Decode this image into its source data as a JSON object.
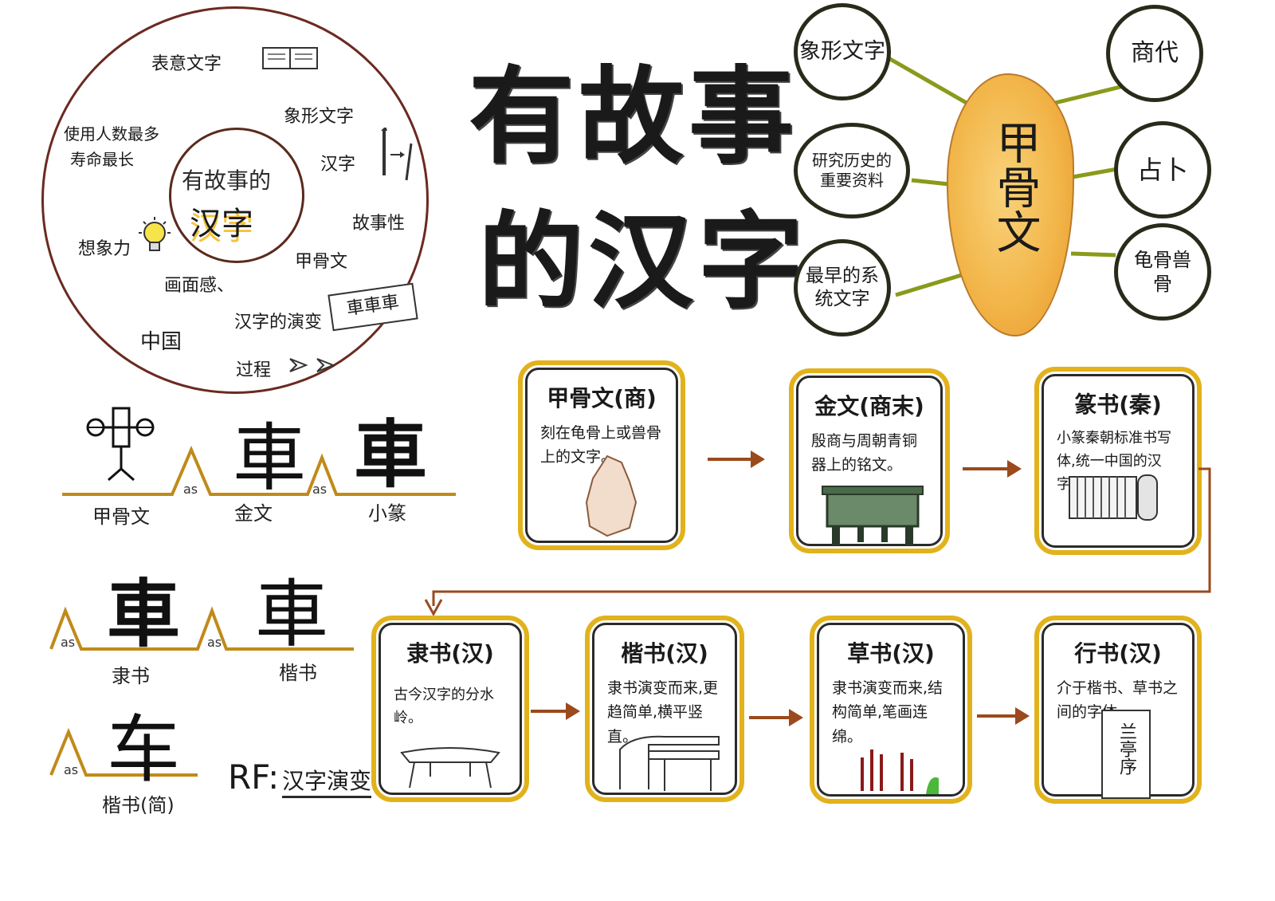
{
  "title": {
    "line1": "有故事",
    "line2": "的汉字"
  },
  "circle": {
    "center_line1": "有故事的",
    "center_line2": "汉字",
    "keywords": [
      "表意文字",
      "象形文字",
      "使用人数最多",
      "寿命最长",
      "汉字",
      "故事性",
      "想象力",
      "甲骨文",
      "画面感、",
      "汉字的演变",
      "中国",
      "过程"
    ],
    "scroll_chars": "車車車"
  },
  "mindmap": {
    "center": "甲骨文",
    "left": [
      "象形文字",
      "研究历史的重要资料",
      "最早的系统文字"
    ],
    "right": [
      "商代",
      "占卜",
      "龟骨兽骨"
    ]
  },
  "evolution_chars": {
    "row1": [
      {
        "char": "",
        "label": "甲骨文"
      },
      {
        "char": "車",
        "label": "金文"
      },
      {
        "char": "車",
        "label": "小篆"
      }
    ],
    "row2": [
      {
        "char": "車",
        "label": "隶书"
      },
      {
        "char": "車",
        "label": "楷书"
      }
    ],
    "row3": [
      {
        "char": "车",
        "label": "楷书(简)"
      }
    ],
    "as_mark": "as"
  },
  "rf": {
    "prefix": "RF:",
    "text": "汉字演变"
  },
  "stages": [
    {
      "title": "甲骨文(商)",
      "desc": "刻在龟骨上或兽骨上的文字。"
    },
    {
      "title": "金文(商末)",
      "desc": "殷商与周朝青铜器上的铭文。"
    },
    {
      "title": "篆书(秦)",
      "desc": "小篆秦朝标准书写体,统一中国的汉字。"
    },
    {
      "title": "隶书(汉)",
      "desc": "古今汉字的分水岭。"
    },
    {
      "title": "楷书(汉)",
      "desc": "隶书演变而来,更趋简单,横平竖直。"
    },
    {
      "title": "草书(汉)",
      "desc": "隶书演变而来,结构简单,笔画连绵。"
    },
    {
      "title": "行书(汉)",
      "desc": "介于楷书、草书之间的字体。"
    }
  ],
  "stele_text": "兰亭序",
  "colors": {
    "frame": "#e2b21c",
    "arrow": "#9a4a1c",
    "circle": "#6b2a20",
    "bone": "#f2b64a",
    "branch": "#8a9a1a"
  }
}
